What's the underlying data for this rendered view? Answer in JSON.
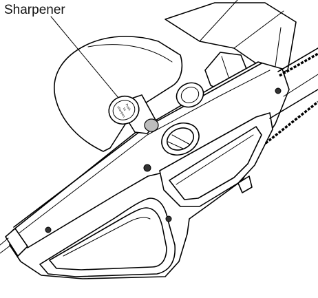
{
  "callout": {
    "label": "Sharpener"
  },
  "knob_text": {
    "line1": "Push",
    "line2": "to",
    "line3": "sharpen"
  }
}
